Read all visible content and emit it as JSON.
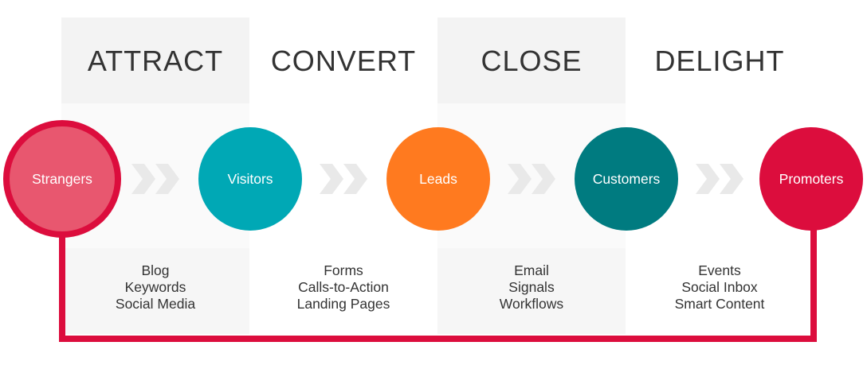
{
  "phases": [
    {
      "title": "ATTRACT",
      "tools": [
        "Blog",
        "Keywords",
        "Social Media"
      ]
    },
    {
      "title": "CONVERT",
      "tools": [
        "Forms",
        "Calls-to-Action",
        "Landing Pages"
      ]
    },
    {
      "title": "CLOSE",
      "tools": [
        "Email",
        "Signals",
        "Workflows"
      ]
    },
    {
      "title": "DELIGHT",
      "tools": [
        "Events",
        "Social Inbox",
        "Smart Content"
      ]
    }
  ],
  "stages": [
    {
      "label": "Strangers",
      "color": "#e8576f",
      "ring": "#dc0d3d"
    },
    {
      "label": "Visitors",
      "color": "#00a8b5"
    },
    {
      "label": "Leads",
      "color": "#ff7a1f"
    },
    {
      "label": "Customers",
      "color": "#007b80"
    },
    {
      "label": "Promoters",
      "color": "#dc0d3d"
    }
  ],
  "colors": {
    "loop_line": "#dc0d3d",
    "chevron": "#e9e9e9"
  }
}
